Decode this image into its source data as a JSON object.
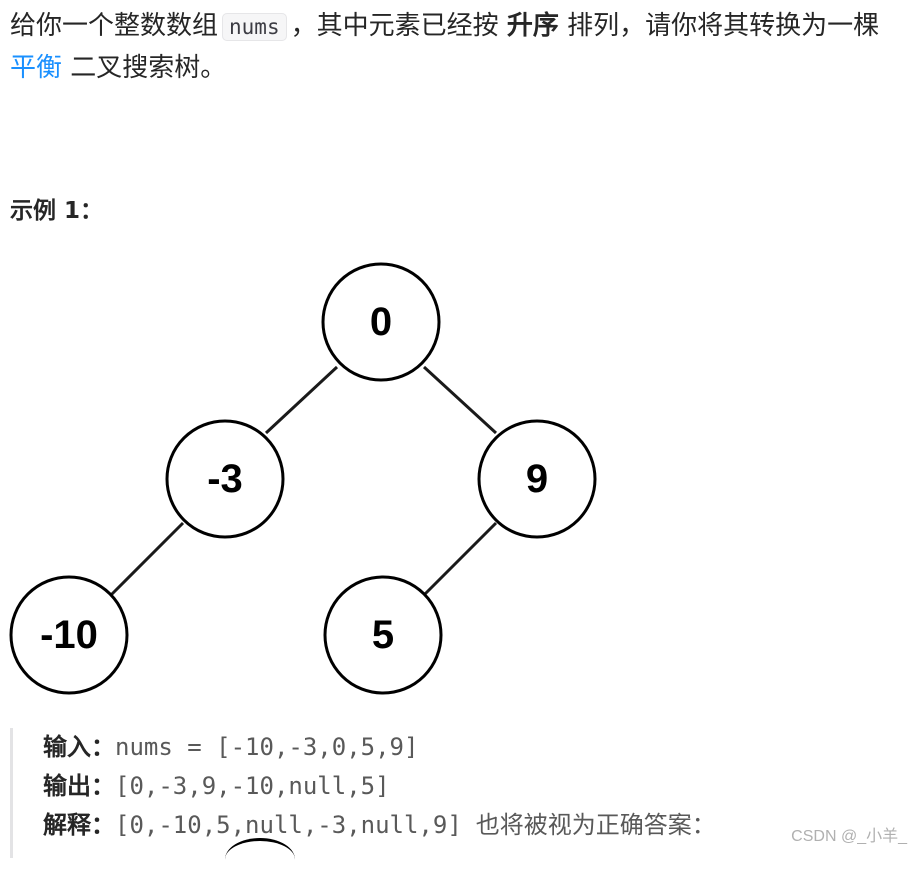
{
  "problem": {
    "intro": "给你一个整数数组",
    "code_term": "nums",
    "middle": "，其中元素已经按",
    "order_keyword": "升序",
    "tail_line1": "排列，请你将其转换为一棵",
    "balance_link": "平衡",
    "tail_line2": "二叉搜索树。"
  },
  "example": {
    "heading": "示例 1：",
    "tree_nodes": [
      {
        "label": "0"
      },
      {
        "label": "-3"
      },
      {
        "label": "9"
      },
      {
        "label": "-10"
      },
      {
        "label": "5"
      }
    ],
    "input_label": "输入：",
    "input_value": "nums = [-10,-3,0,5,9]",
    "output_label": "输出：",
    "output_value": "[0,-3,9,-10,null,5]",
    "explain_label": "解释：",
    "explain_value": "[0,-10,5,null,-3,null,9]",
    "explain_text": "也将被视为正确答案："
  },
  "watermark": "CSDN @_小羊_",
  "colors": {
    "link": "#1a90ff",
    "text": "#262626",
    "muted": "#595959"
  }
}
